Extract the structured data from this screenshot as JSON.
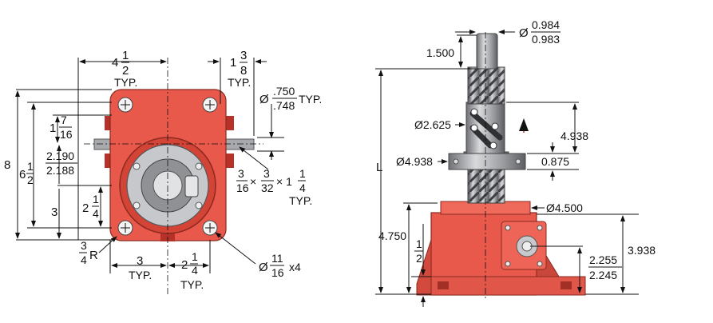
{
  "front_view": {
    "width_half": {
      "whole": "4",
      "num": "1",
      "den": "2",
      "note": "TYP."
    },
    "shaft_ext": {
      "whole": "1",
      "num": "3",
      "den": "8",
      "note": "TYP."
    },
    "shaft_dia": {
      "prefix": "Ø",
      "num": ".750",
      "den": ".748",
      "note": "TYP."
    },
    "height_total": {
      "whole": "8"
    },
    "height_body": {
      "whole": "6",
      "num": "1",
      "den": "2"
    },
    "shaft_offset": {
      "whole": "1",
      "num": "7",
      "den": "16"
    },
    "center_height": {
      "num": "2.190",
      "den": "2.188"
    },
    "lower_dim": {
      "whole": "3"
    },
    "lower_half": {
      "whole": "2",
      "num": "1",
      "den": "4"
    },
    "key": {
      "n1": "3",
      "d1": "16",
      "x1": "×",
      "n2": "3",
      "d2": "32",
      "x2": "× 1",
      "n3": "1",
      "d3": "4",
      "note": "TYP."
    },
    "corner_radius": {
      "num": "3",
      "den": "4",
      "suffix": "R"
    },
    "bolt_left": {
      "whole": "3",
      "note": "TYP."
    },
    "bolt_right": {
      "whole": "2",
      "num": "1",
      "den": "4",
      "note": "TYP."
    },
    "hole_dia": {
      "prefix": "Ø",
      "num": "11",
      "den": "16",
      "suffix": "x4"
    }
  },
  "side_view": {
    "screw_dia": {
      "prefix": "Ø",
      "num": "0.984",
      "den": "0.983"
    },
    "screw_top": "1.500",
    "nut_dia": "Ø2.625",
    "nut_height": "4.938",
    "flange_dia": "Ø4.938",
    "flange_thk": "0.875",
    "length": "L",
    "top_plate_dia": "Ø4.500",
    "base_height": "4.750",
    "half": {
      "num": "1",
      "den": "2"
    },
    "shaft_center": {
      "num": "2.255",
      "den": "2.245"
    },
    "unit_height": "3.938"
  },
  "colors": {
    "body": "#e8594b",
    "steel": "#a7a9ad",
    "line": "#111111"
  }
}
